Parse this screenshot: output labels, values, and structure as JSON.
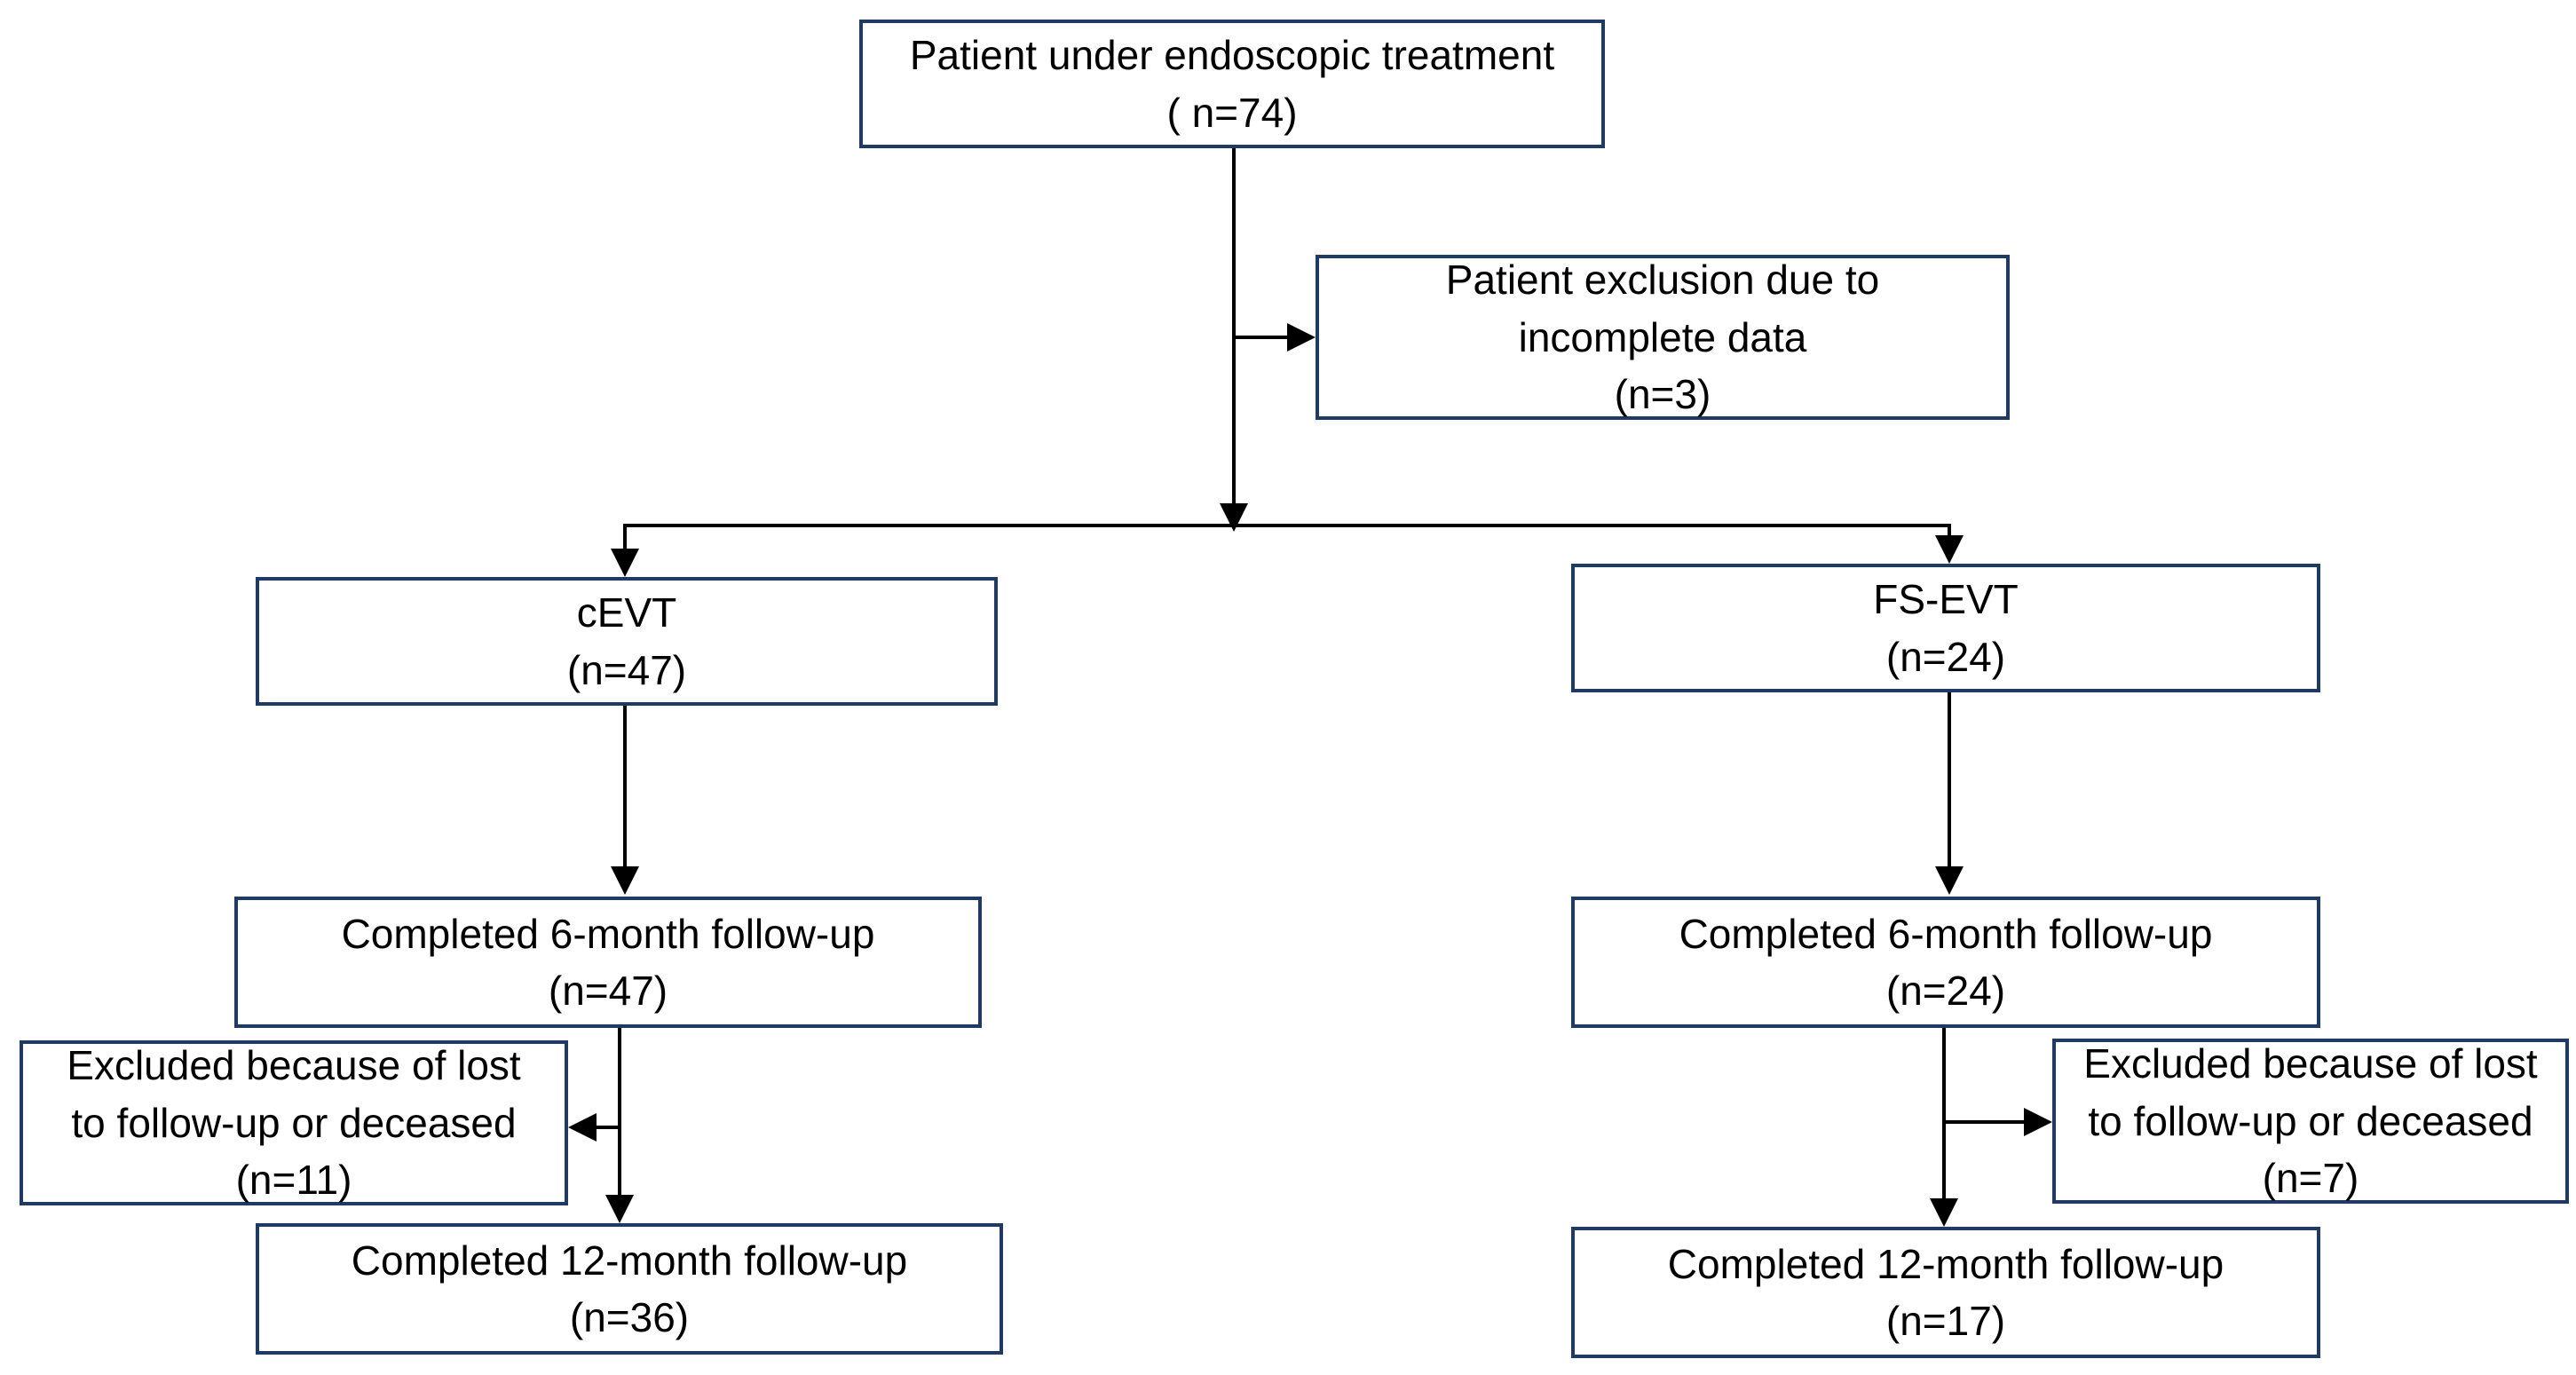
{
  "colors": {
    "box_border": "#1f3b64",
    "arrow": "#000000",
    "background": "#ffffff",
    "text": "#000000"
  },
  "boxes": {
    "start": {
      "line1": "Patient under endoscopic treatment",
      "line2": "( n=74)"
    },
    "exclusion": {
      "line1": "Patient exclusion due to",
      "line2": "incomplete data",
      "line3": "(n=3)"
    },
    "cevt": {
      "line1": "cEVT",
      "line2": "(n=47)"
    },
    "fsevt": {
      "line1": "FS-EVT",
      "line2": "(n=24)"
    },
    "cevt_6m": {
      "line1": "Completed 6-month follow-up",
      "line2": "(n=47)"
    },
    "fsevt_6m": {
      "line1": "Completed 6-month follow-up",
      "line2": "(n=24)"
    },
    "cevt_excluded": {
      "line1": "Excluded because of lost",
      "line2": "to follow-up or deceased",
      "line3": "(n=11)"
    },
    "fsevt_excluded": {
      "line1": "Excluded because of lost",
      "line2": "to follow-up or deceased",
      "line3": "(n=7)"
    },
    "cevt_12m": {
      "line1": "Completed 12-month follow-up",
      "line2": "(n=36)"
    },
    "fsevt_12m": {
      "line1": "Completed 12-month follow-up",
      "line2": "(n=17)"
    }
  }
}
